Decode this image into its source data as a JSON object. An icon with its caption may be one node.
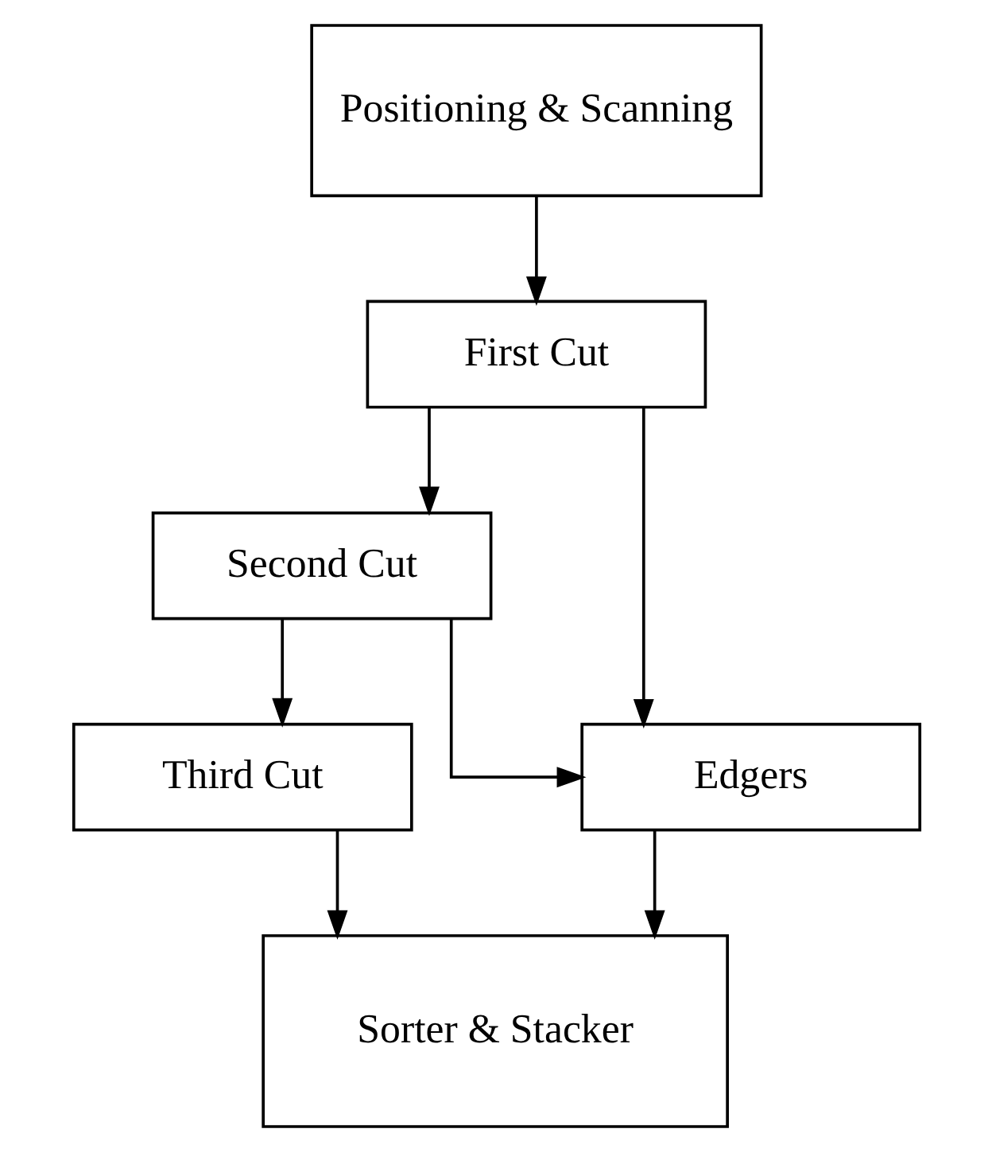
{
  "diagram": {
    "nodes": [
      {
        "text": [
          "Positioning & Scanning"
        ]
      },
      {
        "text": [
          "First Cut"
        ]
      },
      {
        "text": [
          "Second Cut"
        ]
      },
      {
        "text": [
          "Third Cut"
        ]
      },
      {
        "text": [
          "Edgers"
        ]
      },
      {
        "text": [
          "Sorter & Stacker"
        ]
      }
    ],
    "edges": [
      {
        "from": 0,
        "to": 1,
        "arrow": "to"
      },
      {
        "from": 1,
        "to": 2,
        "arrow": "to"
      },
      {
        "from": 2,
        "to": 3,
        "arrow": "to"
      },
      {
        "from": 1,
        "to": 4,
        "arrow": "to"
      },
      {
        "from": 2,
        "to": 4,
        "arrow": "to"
      },
      {
        "from": 3,
        "to": 5,
        "arrow": "to"
      },
      {
        "from": 4,
        "to": 5,
        "arrow": "to"
      }
    ]
  }
}
